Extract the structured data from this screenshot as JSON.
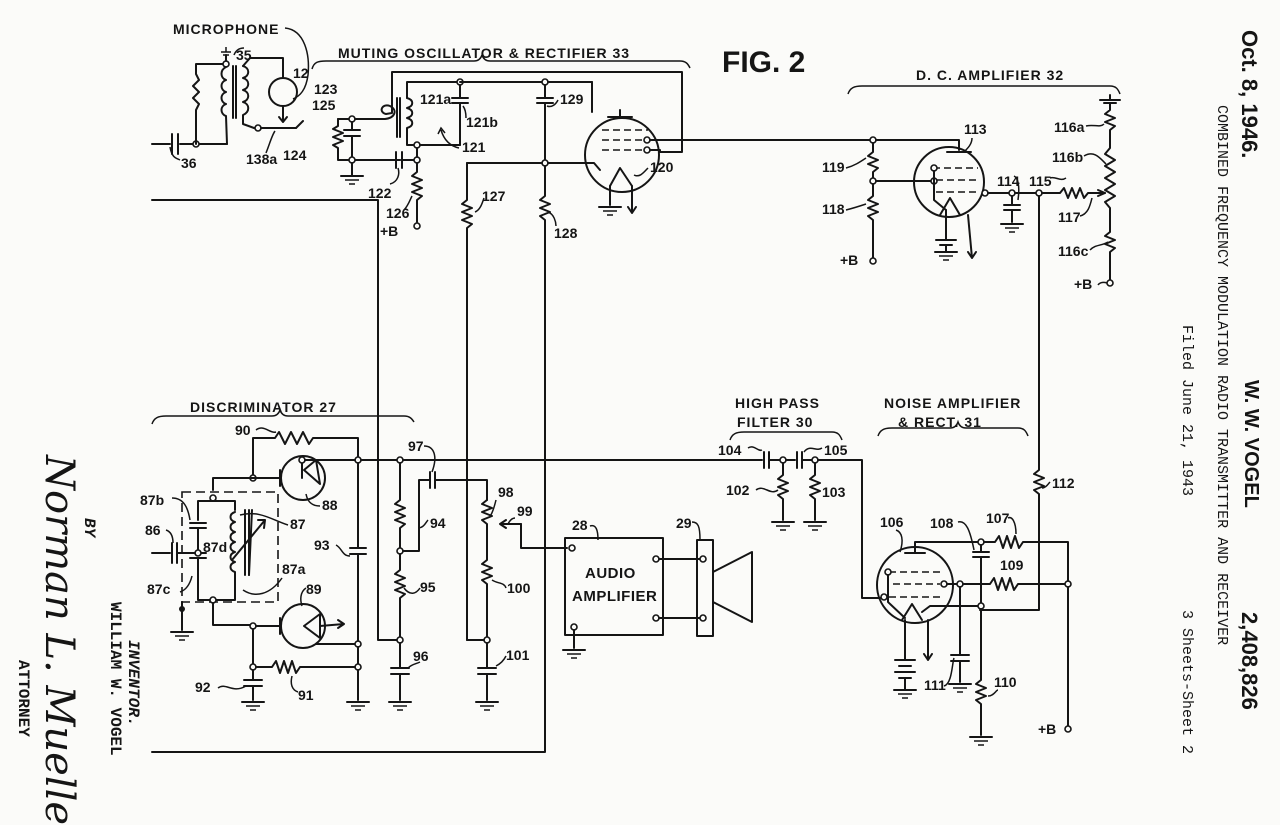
{
  "header": {
    "date": "Oct. 8, 1946.",
    "inventor_name": "W. W. VOGEL",
    "patent_number": "2,408,826",
    "title": "COMBINED FREQUENCY MODULATION RADIO TRANSMITTER AND RECEIVER",
    "filed": "Filed June 21, 1943",
    "sheets": "3 Sheets-Sheet 2"
  },
  "figure": {
    "label": "FIG. 2"
  },
  "sections": {
    "muting": "MUTING OSCILLATOR & RECTIFIER 33",
    "dc_amp": "D. C. AMPLIFIER  32",
    "discriminator": "DISCRIMINATOR  27",
    "hpf_line1": "HIGH  PASS",
    "hpf_line2": "FILTER  30",
    "noise_line1": "NOISE  AMPLIFIER",
    "noise_line2": "& RECT.  31",
    "microphone": "MICROPHONE",
    "audio_amp_line1": "AUDIO",
    "audio_amp_line2": "AMPLIFIER"
  },
  "ref_numerals": {
    "r35": "35",
    "r12": "12",
    "r36": "36",
    "r138a": "138a",
    "r124": "124",
    "r125": "125",
    "r123": "123",
    "r121a": "121a",
    "r121b": "121b",
    "r121": "121",
    "r122": "122",
    "r126": "126",
    "r127": "127",
    "r128": "128",
    "r129": "129",
    "r120": "120",
    "r113": "113",
    "r119": "119",
    "r118": "118",
    "r114": "114",
    "r115": "115",
    "r116a": "116a",
    "r116b": "116b",
    "r117": "117",
    "r116c": "116c",
    "r90": "90",
    "r88": "88",
    "r87b": "87b",
    "r87": "87",
    "r86": "86",
    "r87d": "87d",
    "r87c": "87c",
    "r87a": "87a",
    "r89": "89",
    "r93": "93",
    "r92": "92",
    "r91": "91",
    "r97": "97",
    "r94": "94",
    "r95": "95",
    "r96": "96",
    "r98": "98",
    "r99": "99",
    "r100": "100",
    "r101": "101",
    "r28": "28",
    "r29": "29",
    "r104": "104",
    "r105": "105",
    "r102": "102",
    "r103": "103",
    "r106": "106",
    "r108": "108",
    "r107": "107",
    "r109": "109",
    "r112": "112",
    "r111": "111",
    "r110": "110",
    "plusB": "+B"
  },
  "signature": {
    "inventor_caption": "INVENTOR.",
    "inventor_name": "WILLIAM W. VOGEL",
    "by": "BY",
    "signature_text": "Norman L. Muelle",
    "attorney": "ATTORNEY"
  }
}
